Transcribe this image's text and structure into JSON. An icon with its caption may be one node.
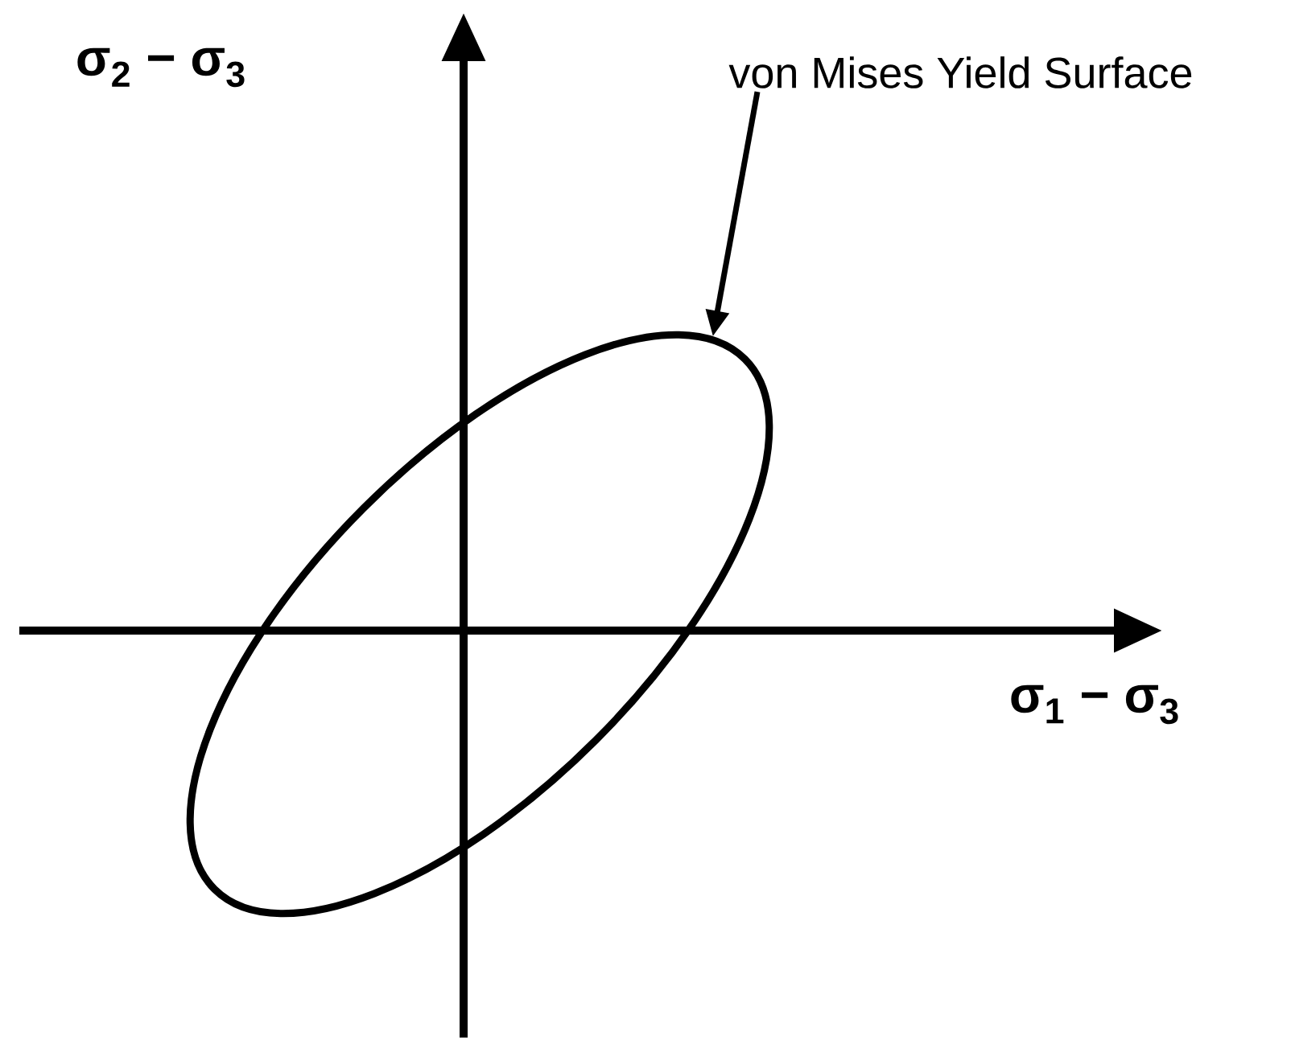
{
  "diagram": {
    "nodes": [
      {
        "text": [
          "von Mises Yield Surface"
        ]
      },
      {
        "text": [],
        "shape": "ellipse"
      }
    ],
    "edges": [
      {
        "from": 0,
        "to": 1,
        "arrow": "to"
      }
    ],
    "labels": [
      "σ$_{2}$ − σ$_{3}$",
      "σ$_{1}$ − σ$_{3}$"
    ]
  }
}
